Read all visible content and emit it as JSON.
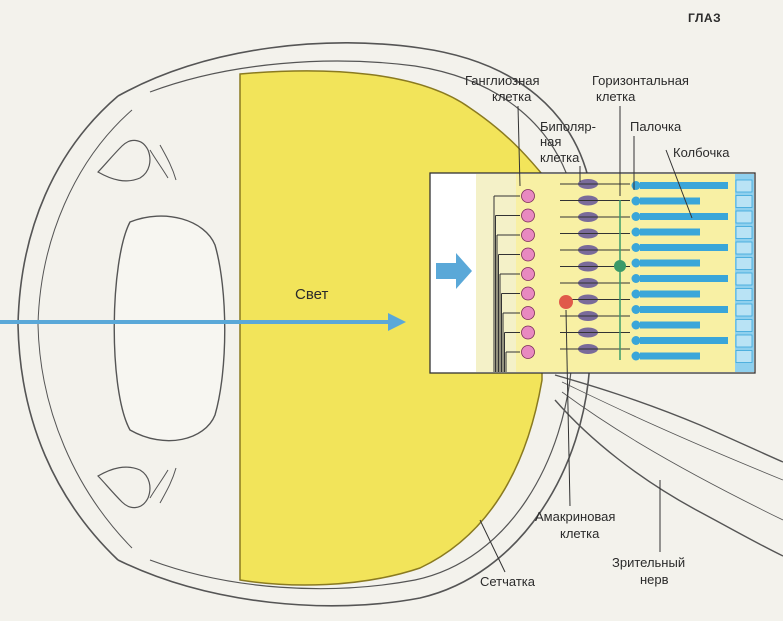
{
  "header": {
    "title": "ГЛАЗ"
  },
  "labels": {
    "light": "Свет",
    "ganglion": [
      "Ганглиозная",
      "клетка"
    ],
    "horizontal": [
      "Горизонтальная",
      "клетка"
    ],
    "bipolar": [
      "Биполяр-",
      "ная",
      "клетка"
    ],
    "rod": "Палочка",
    "cone": "Колбочка",
    "amacrine": [
      "Амакриновая",
      "клетка"
    ],
    "optic_nerve": [
      "Зрительный",
      "нерв"
    ],
    "retina": "Сетчатка"
  },
  "colors": {
    "vitreous": "#f2e45a",
    "light_ray": "#5aa8d8",
    "photoreceptor": "#3aa6d9",
    "ganglion_cell": "#e889c0",
    "bipolar_cell": "#7a6b9a",
    "horizontal_cell": "#3a9a6a",
    "amacrine_cell": "#e05a4a"
  }
}
